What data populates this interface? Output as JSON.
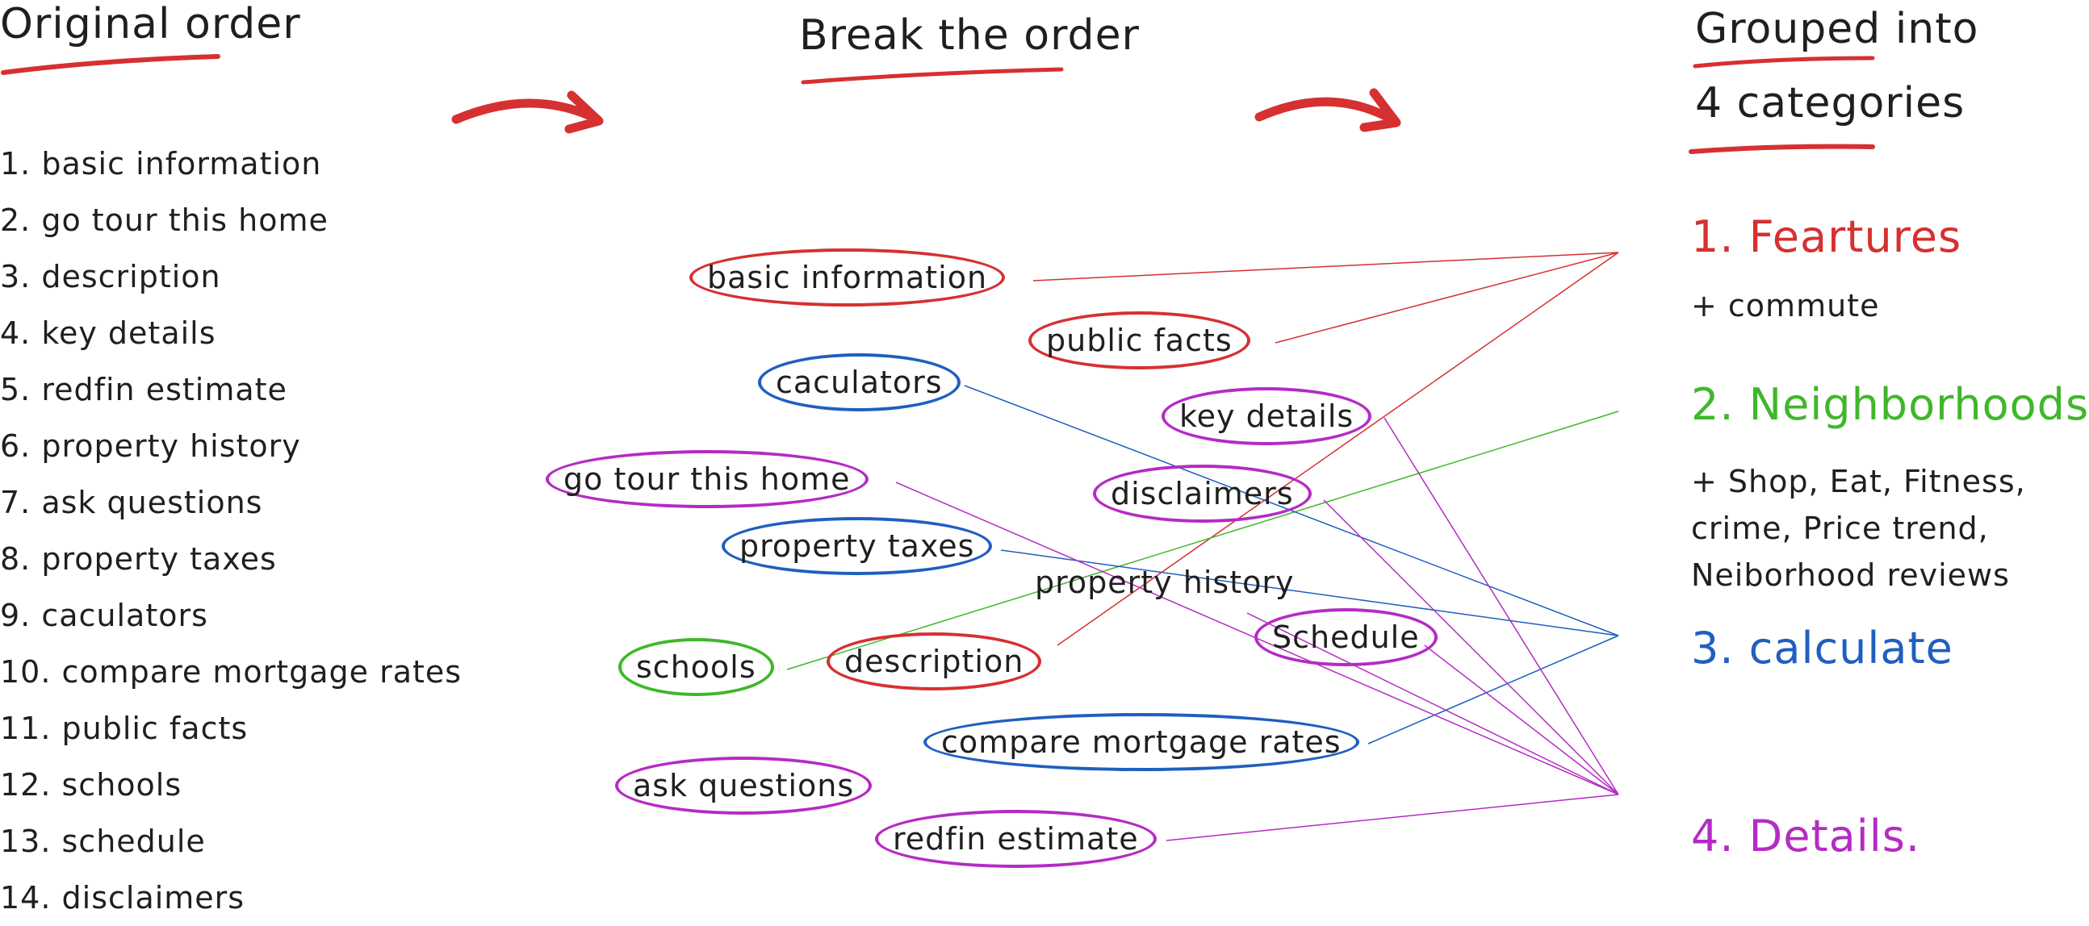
{
  "headings": {
    "original": "Original order",
    "break": "Break the order",
    "grouped_line1": "Grouped into",
    "grouped_line2": "4 categories"
  },
  "original_list": [
    "1. basic information",
    "2. go tour this home",
    "3. description",
    "4. key details",
    "5. redfin estimate",
    "6. property history",
    "7. ask questions",
    "8. property taxes",
    "9. caculators",
    "10. compare mortgage rates",
    "11. public facts",
    "12. schools",
    "13. schedule",
    "14. disclaimers"
  ],
  "bubbles": {
    "basic_information": "basic information",
    "public_facts": "public facts",
    "caculators": "caculators",
    "key_details": "key details",
    "go_tour": "go tour this home",
    "disclaimers": "disclaimers",
    "property_taxes": "property taxes",
    "property_history": "property history",
    "schedule": "Schedule",
    "schools": "schools",
    "description": "description",
    "compare_mortgage": "compare mortgage rates",
    "ask_questions": "ask questions",
    "redfin_estimate": "redfin estimate"
  },
  "categories": {
    "features": "1. Feartures",
    "features_note": "+ commute",
    "neighborhoods": "2. Neighborhoods",
    "neighborhoods_note_1": "+ Shop, Eat, Fitness,",
    "neighborhoods_note_2": "crime, Price trend,",
    "neighborhoods_note_3": "Neiborhood reviews",
    "calculate": "3. calculate",
    "details": "4. Details."
  },
  "colors": {
    "features": "#d63031",
    "neighborhoods": "#3fb72a",
    "calculate": "#1f5fbf",
    "details": "#b52bc4",
    "ink": "#1f1f1f",
    "accent": "#d63031"
  }
}
